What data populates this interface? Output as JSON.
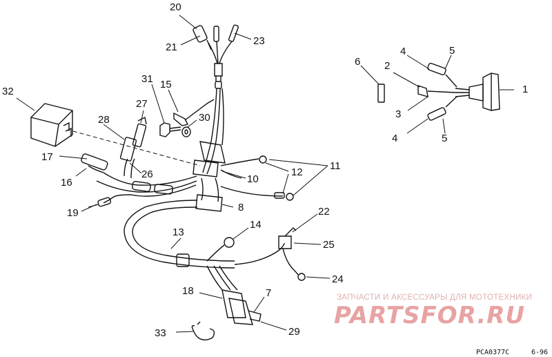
{
  "diagram": {
    "callouts": [
      "1",
      "2",
      "3",
      "4",
      "4",
      "5",
      "5",
      "6",
      "7",
      "8",
      "10",
      "11",
      "12",
      "13",
      "14",
      "15",
      "16",
      "17",
      "18",
      "19",
      "20",
      "21",
      "22",
      "23",
      "24",
      "25",
      "26",
      "27",
      "28",
      "29",
      "30",
      "31",
      "32",
      "33"
    ],
    "drawing_code": "PCA0377C",
    "date_code": "6-96"
  },
  "watermark": {
    "tagline": "ЗАПЧАСТИ И АКСЕССУАРЫ ДЛЯ МОТОТЕХНИКИ",
    "brand": "PARTSFOR.RU"
  }
}
